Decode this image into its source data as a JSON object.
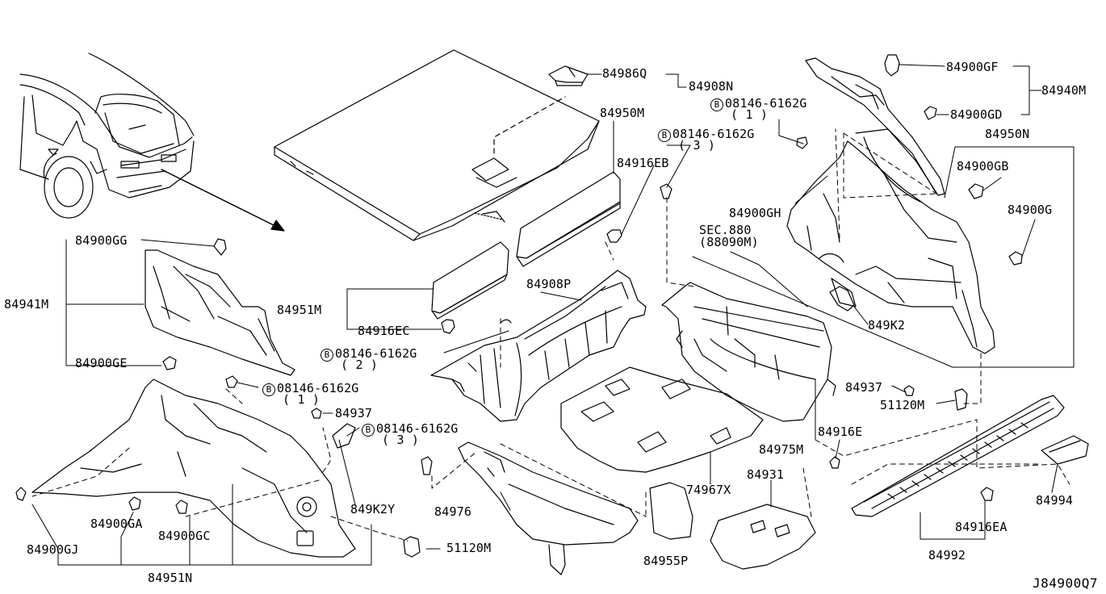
{
  "diagram_code": "J84900Q7",
  "parts": {
    "p84986Q": "84986Q",
    "p84908N": "84908N",
    "p84950M": "84950M",
    "p84916EB": "84916EB",
    "p84900GF": "84900GF",
    "p84940M": "84940M",
    "p84900GD": "84900GD",
    "p84950N": "84950N",
    "p84900GB": "84900GB",
    "p84900G": "84900G",
    "p84900GH": "84900GH",
    "sec880_line1": "SEC.880",
    "sec880_line2": "(88090M)",
    "p849K2_right": "849K2",
    "p84937_right": "84937",
    "p51120M_right": "51120M",
    "p84900GG": "84900GG",
    "p84941M": "84941M",
    "p84900GE": "84900GE",
    "p84951M": "84951M",
    "p84916EC": "84916EC",
    "p84908P": "84908P",
    "p84975M": "84975M",
    "p84916E": "84916E",
    "p84937_left": "84937",
    "p849K2Y": "849K2Y",
    "p84976": "84976",
    "p74967X": "74967X",
    "p84931": "84931",
    "p84994": "84994",
    "p84916EA": "84916EA",
    "p84992": "84992",
    "p84900GA": "84900GA",
    "p84900GC": "84900GC",
    "p84900GJ": "84900GJ",
    "p84951N": "84951N",
    "p84955P": "84955P",
    "p51120M_left": "51120M"
  },
  "bolts": {
    "b1_part": "08146-6162G",
    "b1_qty": "( 1 )",
    "b2_part": "08146-6162G",
    "b2_qty": "( 3 )",
    "b3_part": "08146-6162G",
    "b3_qty": "( 2 )",
    "b4_part": "08146-6162G",
    "b4_qty": "( 1 )",
    "b5_part": "08146-6162G",
    "b5_qty": "( 3 )",
    "bolt_symbol": "B"
  }
}
